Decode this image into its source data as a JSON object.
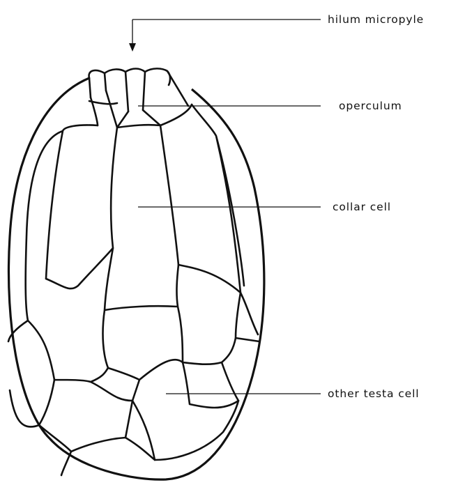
{
  "labels": {
    "hilum_micropyle": "hilum micropyle",
    "operculum": "operculum",
    "collar_cell": "collar cell",
    "other_testa_cell": "other testa cell"
  }
}
